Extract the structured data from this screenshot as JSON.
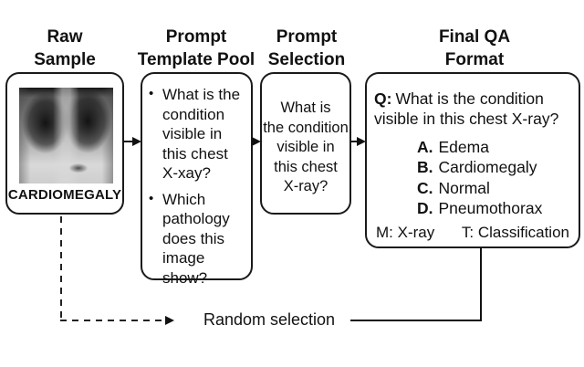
{
  "headings": {
    "raw_sample": [
      "Raw",
      "Sample"
    ],
    "template_pool": [
      "Prompt",
      "Template Pool"
    ],
    "prompt_selection": [
      "Prompt",
      "Selection"
    ],
    "final_qa": [
      "Final QA",
      "Format"
    ]
  },
  "raw_sample": {
    "image": "chest-xray",
    "label": "CARDIOMEGALY"
  },
  "template_pool": {
    "bullet_icon": "•",
    "bullets": [
      "What is the condition visible in this chest X-xay?",
      "Which pathology does this image show?"
    ]
  },
  "prompt_selection": {
    "lines": [
      "What is",
      "the condition",
      "visible in",
      "this chest",
      "X-ray?"
    ]
  },
  "final_qa": {
    "q_label": "Q:",
    "question_line1": "What is the condition",
    "question_line2": "visible in this chest X-ray?",
    "options": [
      {
        "letter": "A.",
        "text": "Edema"
      },
      {
        "letter": "B.",
        "text": "Cardiomegaly"
      },
      {
        "letter": "C.",
        "text": "Normal"
      },
      {
        "letter": "D.",
        "text": "Pneumothorax"
      }
    ],
    "modality_label": "M:",
    "modality_value": "X-ray",
    "task_label": "T:",
    "task_value": "Classification"
  },
  "connector": {
    "label": "Random selection"
  },
  "colors": {
    "ink": "#111111",
    "background": "#ffffff"
  }
}
